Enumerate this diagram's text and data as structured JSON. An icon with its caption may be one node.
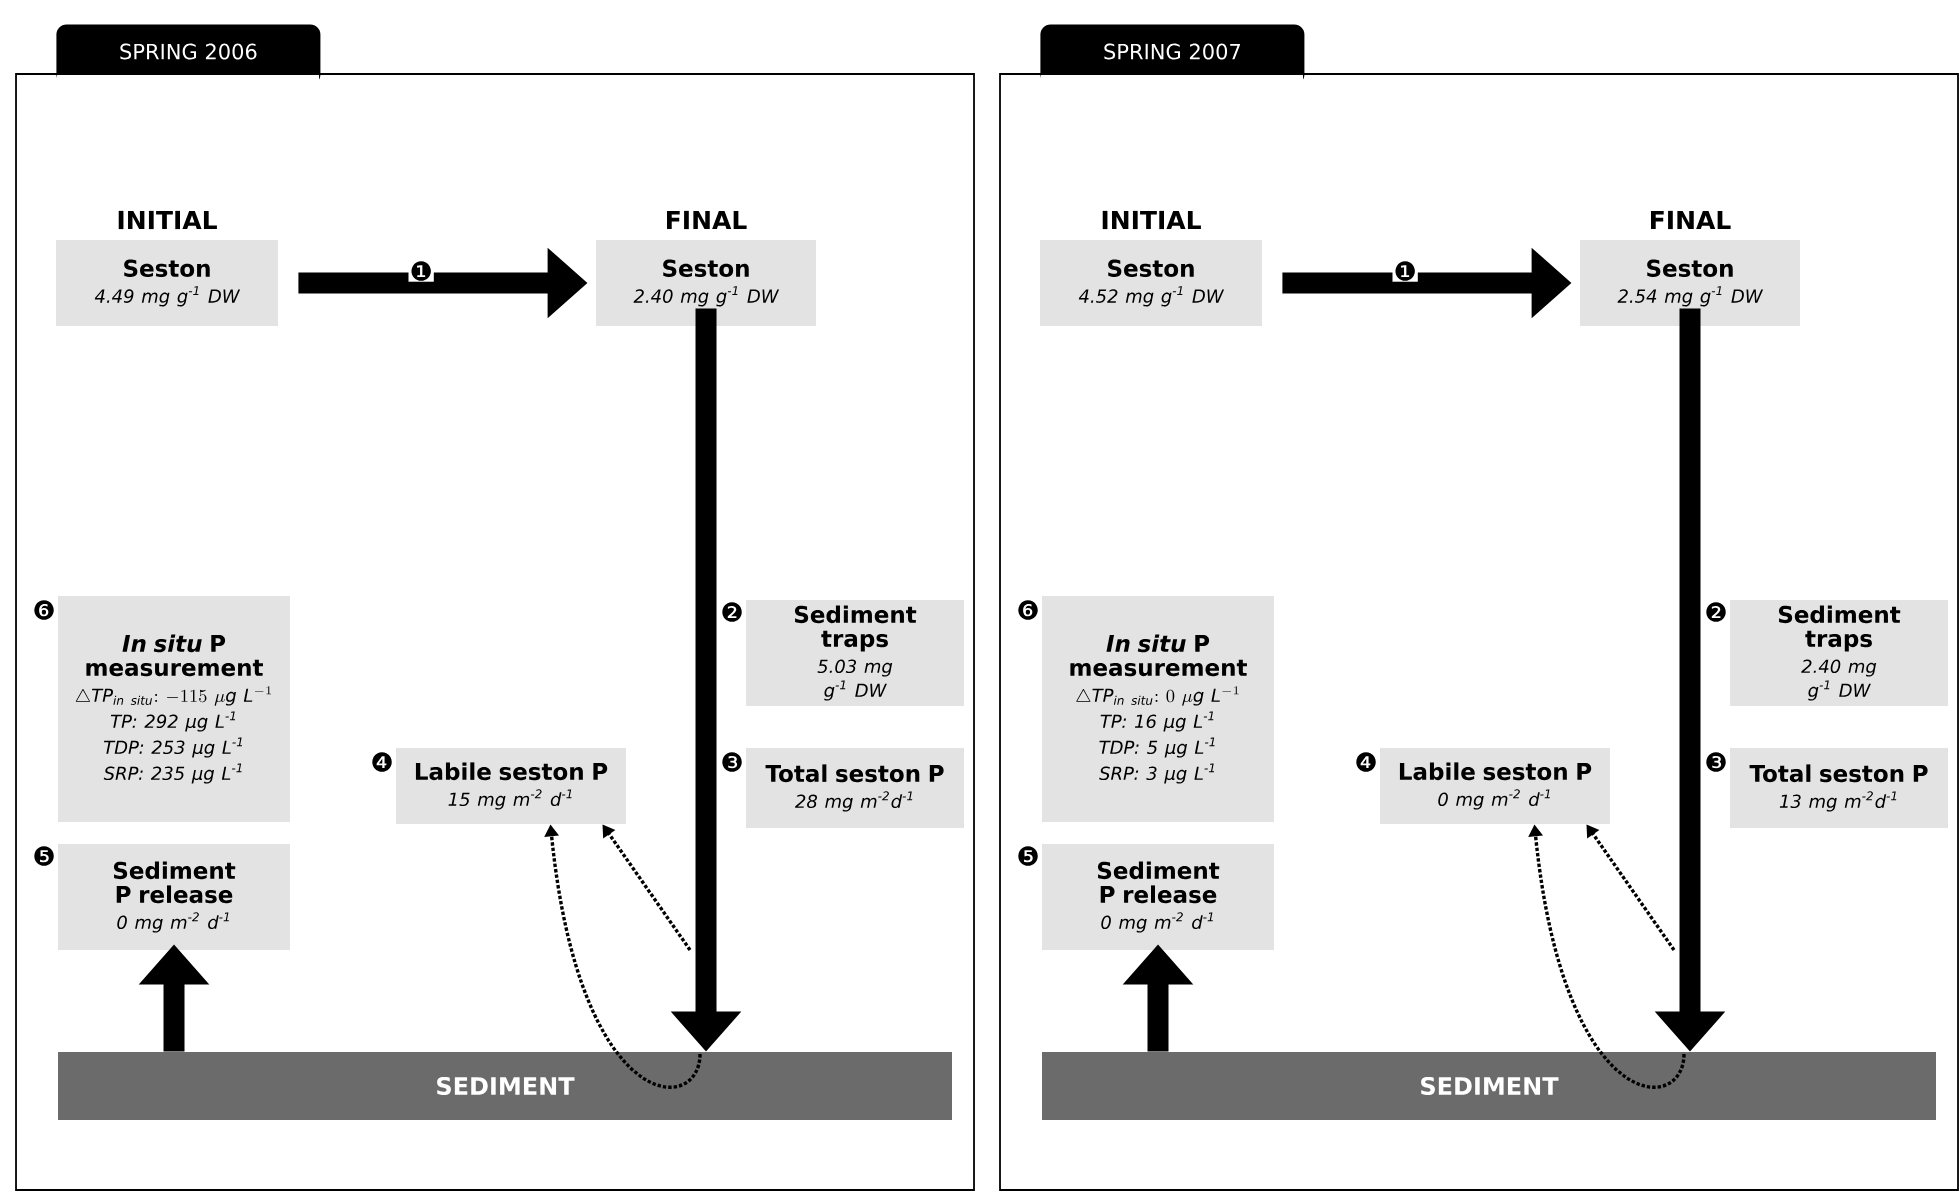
{
  "diagram": {
    "nodes": [
      {
        "text": [
          "SPRING 2006"
        ]
      },
      {
        "text": [
          "INITIAL",
          "Seston",
          "4.49 mg g$^{-1}$ DW"
        ],
        "in": 0
      },
      {
        "text": [
          "FINAL",
          "Seston",
          "2.40 mg g$^{-1}$ DW"
        ],
        "in": 0
      },
      {
        "text": [
          "Sediment traps",
          "5.03 mg g$^{-1}$ DW"
        ],
        "beside": [
          "❷"
        ],
        "in": 0
      },
      {
        "text": [
          "*In situ* P measurement",
          "\\triangle \\mathit{TP}_{\\mathit{in\\ situ}}\\mathit{:}\\ {-115}\\ \\mu\\mathit{g}\\ \\mathit{L}^{-1}",
          "TP: 292 µg L$^{-1}$",
          "TDP: 253 µg L$^{-1}$",
          "SRP: 235 µg L$^{-1}$"
        ],
        "beside": [
          "❻"
        ],
        "in": 0
      },
      {
        "text": [
          "Labile seston P",
          "15 mg m$^{-2}$ d$^{-1}$"
        ],
        "beside": [
          "❹"
        ],
        "in": 0
      },
      {
        "text": [
          "Total seston P",
          "28 mg m$^{-2}$d$^{-1}$"
        ],
        "beside": [
          "❸"
        ],
        "in": 0
      },
      {
        "text": [
          "Sediment P release",
          "0 mg m$^{-2}$ d$^{-1}$"
        ],
        "beside": [
          "❺"
        ],
        "in": 0
      },
      {
        "text": [
          "SEDIMENT"
        ],
        "in": 0
      },
      {
        "text": [
          "SPRING 2007"
        ]
      },
      {
        "text": [
          "INITIAL",
          "Seston",
          "4.52 mg g$^{-1}$ DW"
        ],
        "in": 9
      },
      {
        "text": [
          "FINAL",
          "Seston",
          "2.54 mg g$^{-1}$ DW"
        ],
        "in": 9
      },
      {
        "text": [
          "Sediment traps",
          "2.40 mg g$^{-1}$ DW"
        ],
        "beside": [
          "❷"
        ],
        "in": 9
      },
      {
        "text": [
          "*In situ* P measurement",
          "\\triangle \\mathit{TP}_{\\mathit{in\\ situ}}\\mathit{:}\\ 0\\ \\mu\\mathit{g}\\ \\mathit{L}^{-1}",
          "TP: 16 µg L$^{-1}$",
          "TDP: 5 µg L$^{-1}$",
          "SRP: 3 µg L$^{-1}$"
        ],
        "beside": [
          "❻"
        ],
        "in": 9
      },
      {
        "text": [
          "Labile seston P",
          "0 mg m$^{-2}$ d$^{-1}$"
        ],
        "beside": [
          "❹"
        ],
        "in": 9
      },
      {
        "text": [
          "Total seston P",
          "13 mg m$^{-2}$d$^{-1}$"
        ],
        "beside": [
          "❸"
        ],
        "in": 9
      },
      {
        "text": [
          "Sediment P release",
          "0 mg m$^{-2}$ d$^{-1}$"
        ],
        "beside": [
          "❺"
        ],
        "in": 9
      },
      {
        "text": [
          "SEDIMENT"
        ],
        "in": 9
      }
    ],
    "edges": [
      {
        "from": 1,
        "to": 2,
        "arrow": "to",
        "label": "❶"
      },
      {
        "from": 2,
        "to": 8,
        "arrow": "to"
      },
      {
        "from": 8,
        "to": 7,
        "arrow": "to"
      },
      {
        "from": null,
        "to": 5,
        "arrow": "to",
        "style": "dashed"
      },
      {
        "from": 8,
        "to": 5,
        "arrow": "to",
        "style": "dashed"
      },
      {
        "from": 10,
        "to": 11,
        "arrow": "to",
        "label": "❶"
      },
      {
        "from": 11,
        "to": 17,
        "arrow": "to"
      },
      {
        "from": 17,
        "to": 16,
        "arrow": "to"
      },
      {
        "from": null,
        "to": 14,
        "arrow": "to",
        "style": "dashed"
      },
      {
        "from": 17,
        "to": 14,
        "arrow": "to",
        "style": "dashed"
      }
    ]
  }
}
